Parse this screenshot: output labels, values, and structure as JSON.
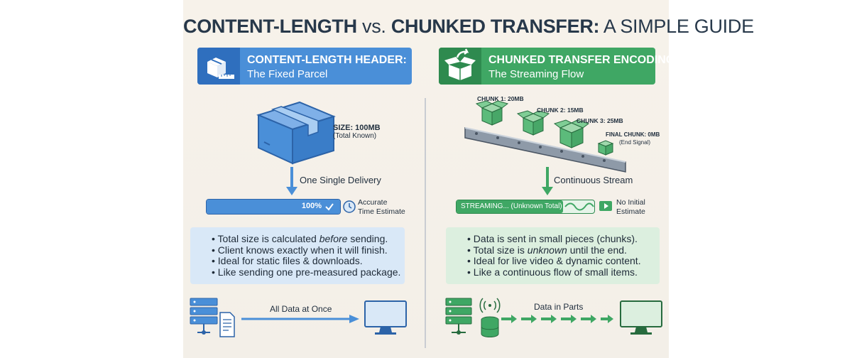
{
  "title": {
    "part1": "CONTENT-LENGTH",
    "part2": " vs. ",
    "part3": "CHUNKED TRANSFER:",
    "part4": " A SIMPLE GUIDE"
  },
  "left": {
    "banner_title": "CONTENT-LENGTH HEADER:",
    "banner_subtitle": "The Fixed Parcel",
    "size_label": "SIZE: 100MB",
    "size_note": "(Total Known)",
    "delivery_label": "One Single Delivery",
    "progress_text": "100%",
    "progress_fraction": 1.0,
    "estimate_line1": "Accurate",
    "estimate_line2": "Time Estimate",
    "bullets": [
      "Total size is calculated ",
      "before",
      " sending.",
      "Client knows exactly when it will finish.",
      "Ideal for static files & downloads.",
      "Like sending one pre-measured package."
    ],
    "transfer_label": "All Data at Once"
  },
  "right": {
    "banner_title": "CHUNKED TRANSFER ENCODING:",
    "banner_subtitle": "The Streaming Flow",
    "chunks": [
      "CHUNK 1: 20MB",
      "CHUNK 2: 15MB",
      "CHUNK 3: 25MB",
      "FINAL CHUNK: 0MB"
    ],
    "final_note": "(End Signal)",
    "stream_label": "Continuous Stream",
    "streaming_text": "STREAMING... (Unknown Total)",
    "estimate_line1": "No Initial",
    "estimate_line2": "Estimate",
    "bullets": [
      "Data is sent in small pieces (chunks).",
      "Total size is ",
      "unknown",
      " until the end.",
      "Ideal for live video & dynamic content.",
      "Like a continuous flow of small items."
    ],
    "transfer_label": "Data in Parts"
  },
  "colors": {
    "blue": "#4a8fd8",
    "blue_dark": "#2f6fbe",
    "green": "#3fa764",
    "green_dark": "#2e8a4f",
    "bullet_blue_bg": "#d9e8f7",
    "bullet_green_bg": "#dcefdf"
  }
}
